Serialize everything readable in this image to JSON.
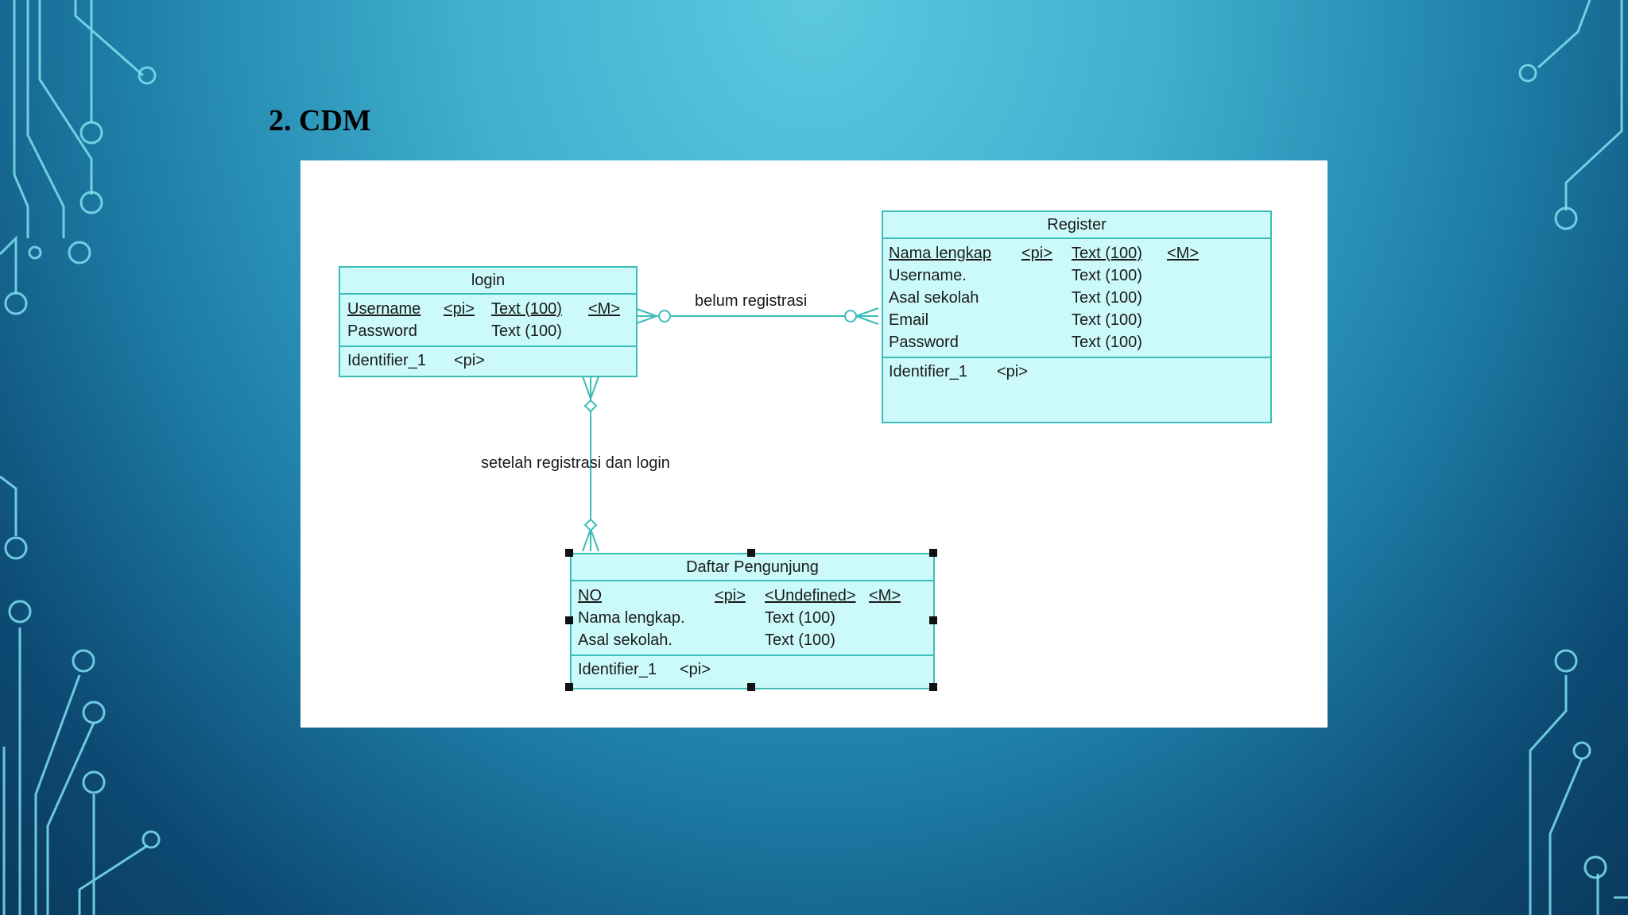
{
  "slide": {
    "title": "2. CDM"
  },
  "colors": {
    "entity_fill": "#ccfafa",
    "entity_border": "#3bbdb8",
    "link": "#3bbdb8"
  },
  "entities": {
    "login": {
      "name": "login",
      "attributes": [
        {
          "name": "Username",
          "key": "<pi>",
          "type": "Text (100)",
          "mandatory": "<M>"
        },
        {
          "name": "Password",
          "key": "",
          "type": "Text (100)",
          "mandatory": ""
        }
      ],
      "identifier": {
        "name": "Identifier_1",
        "key": "<pi>"
      }
    },
    "register": {
      "name": "Register",
      "attributes": [
        {
          "name": "Nama lengkap",
          "key": "<pi>",
          "type": "Text (100)",
          "mandatory": "<M>"
        },
        {
          "name": "Username.",
          "key": "",
          "type": "Text (100)",
          "mandatory": ""
        },
        {
          "name": "Asal sekolah",
          "key": "",
          "type": "Text (100)",
          "mandatory": ""
        },
        {
          "name": "Email",
          "key": "",
          "type": "Text (100)",
          "mandatory": ""
        },
        {
          "name": "Password",
          "key": "",
          "type": "Text (100)",
          "mandatory": ""
        }
      ],
      "identifier": {
        "name": "Identifier_1",
        "key": "<pi>"
      }
    },
    "daftar": {
      "name": "Daftar Pengunjung",
      "attributes": [
        {
          "name": "NO",
          "key": "<pi>",
          "type": "<Undefined>",
          "mandatory": "<M>"
        },
        {
          "name": "Nama lengkap.",
          "key": "",
          "type": "Text (100)",
          "mandatory": ""
        },
        {
          "name": "Asal sekolah.",
          "key": "",
          "type": "Text (100)",
          "mandatory": ""
        }
      ],
      "identifier": {
        "name": "Identifier_1",
        "key": "<pi>"
      }
    }
  },
  "relationships": {
    "belum": {
      "label": "belum registrasi"
    },
    "setelah": {
      "label": "setelah registrasi dan login"
    }
  }
}
